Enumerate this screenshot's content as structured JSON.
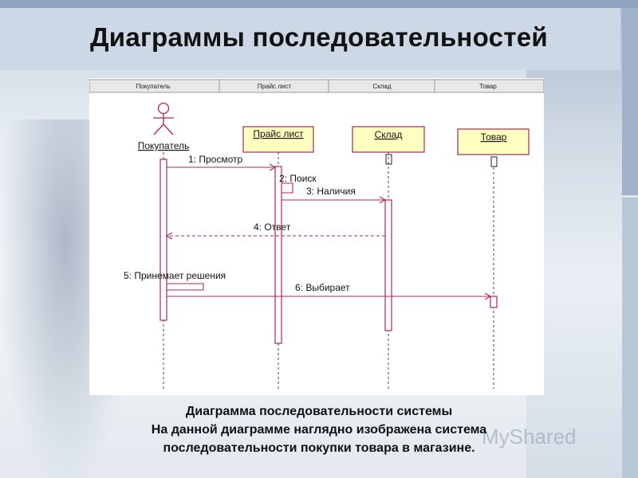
{
  "title": "Диаграммы последовательностей",
  "diagram": {
    "header_row": [
      "Покупатель",
      "Прайс лист",
      "Склад",
      "Товар"
    ],
    "actor": "Покупатель",
    "objects": [
      "Прайс лист",
      "Склад",
      "Товар"
    ],
    "messages": [
      "1: Просмотр",
      "2: Поиск",
      "3: Наличия",
      "4: Ответ",
      "5: Принемает решения",
      "6: Выбирает"
    ],
    "colors": {
      "lines": "#b3245a",
      "object_fill": "#ffffc0"
    }
  },
  "caption": {
    "line1": "Диаграмма последовательности системы",
    "line2": "На данной диаграмме наглядно изображена система",
    "line3": "последовательности покупки товара в магазине."
  },
  "watermark": "MyShared"
}
